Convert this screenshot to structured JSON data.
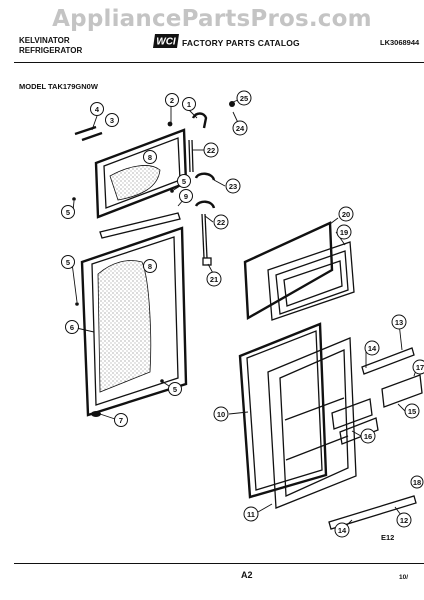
{
  "watermark": "AppliancePartsPros.com",
  "header": {
    "brand": "KELVINATOR",
    "category": "REFRIGERATOR",
    "logo": "WCI",
    "catalog_title": "FACTORY PARTS CATALOG",
    "catalog_code": "LK3068944"
  },
  "model_label": "MODEL TAK179GN0W",
  "callouts": [
    "1",
    "2",
    "3",
    "4",
    "5",
    "5",
    "5",
    "5",
    "6",
    "7",
    "8",
    "8",
    "9",
    "10",
    "11",
    "12",
    "13",
    "14",
    "14",
    "15",
    "16",
    "17",
    "18",
    "19",
    "20",
    "21",
    "22",
    "22",
    "23",
    "24",
    "25"
  ],
  "footer": {
    "figure_code": "E12",
    "page": "A2",
    "date": "10/"
  }
}
